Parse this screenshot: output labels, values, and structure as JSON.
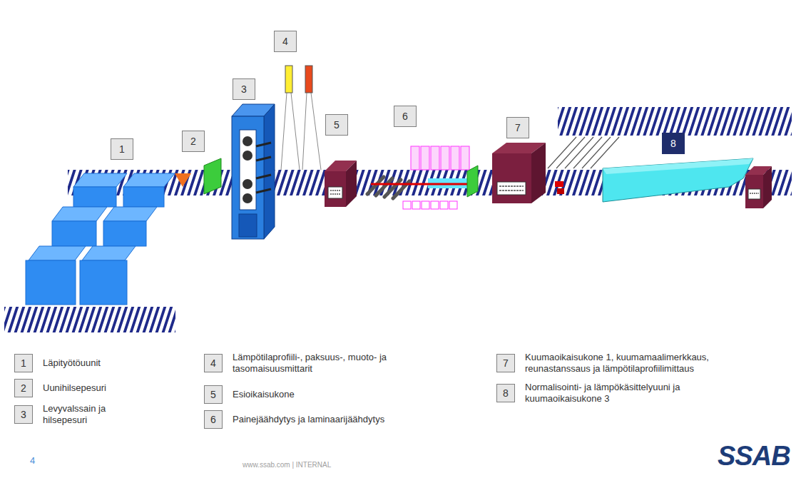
{
  "diagram": {
    "nodes": [
      {
        "text": [
          "1"
        ]
      },
      {
        "text": [
          "2"
        ]
      },
      {
        "text": [
          "3"
        ]
      },
      {
        "text": [
          "4"
        ]
      },
      {
        "text": [
          "5"
        ]
      },
      {
        "text": [
          "6"
        ]
      },
      {
        "text": [
          "7"
        ]
      },
      {
        "text": [
          "8"
        ]
      },
      {
        "text": [
          "1",
          "Läpityötöuunit"
        ]
      },
      {
        "text": [
          "2",
          "Uunihilsepesuri"
        ]
      },
      {
        "text": [
          "3",
          "Levyvalssain ja hilsepesuri"
        ]
      },
      {
        "text": [
          "4",
          "Lämpötilaprofiili-, paksuus-, muoto- ja tasomaisuusmittarit"
        ]
      },
      {
        "text": [
          "5",
          "Esioikaisukone"
        ]
      },
      {
        "text": [
          "6",
          "Painejäähdytys ja laminaarijäähdytys"
        ]
      },
      {
        "text": [
          "7",
          "Kuumaoikaisukone 1, kuumamaalimerkkaus, reunastanssaus ja lämpötilaprofiilimittaus"
        ]
      },
      {
        "text": [
          "8",
          "Normalisointi- ja lämpökäsittelyuuni ja kuumaoikaisukone 3"
        ]
      }
    ],
    "labels": [
      "4",
      "www.ssab.com | INTERNAL",
      "SSAB"
    ]
  }
}
